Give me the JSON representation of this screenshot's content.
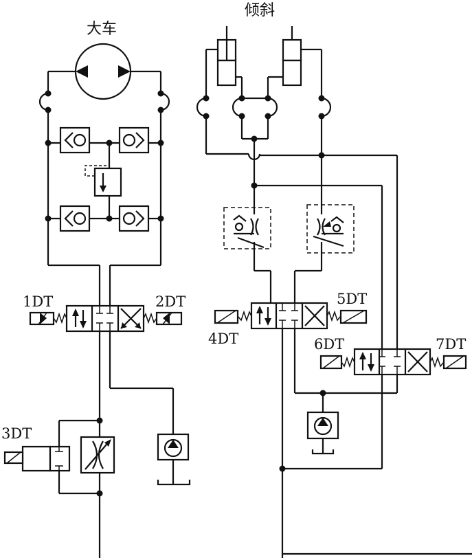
{
  "title_left": "大车",
  "title_right": "倾斜",
  "solenoids": {
    "s1": "1DT",
    "s2": "2DT",
    "s3": "3DT",
    "s4": "4DT",
    "s5": "5DT",
    "s6": "6DT",
    "s7": "7DT"
  },
  "components": [
    "hydraulic-motor",
    "check-valve",
    "relief-valve",
    "directional-valve",
    "throttle-valve",
    "hydraulic-cylinder",
    "hydraulic-pump",
    "oil-tank"
  ]
}
